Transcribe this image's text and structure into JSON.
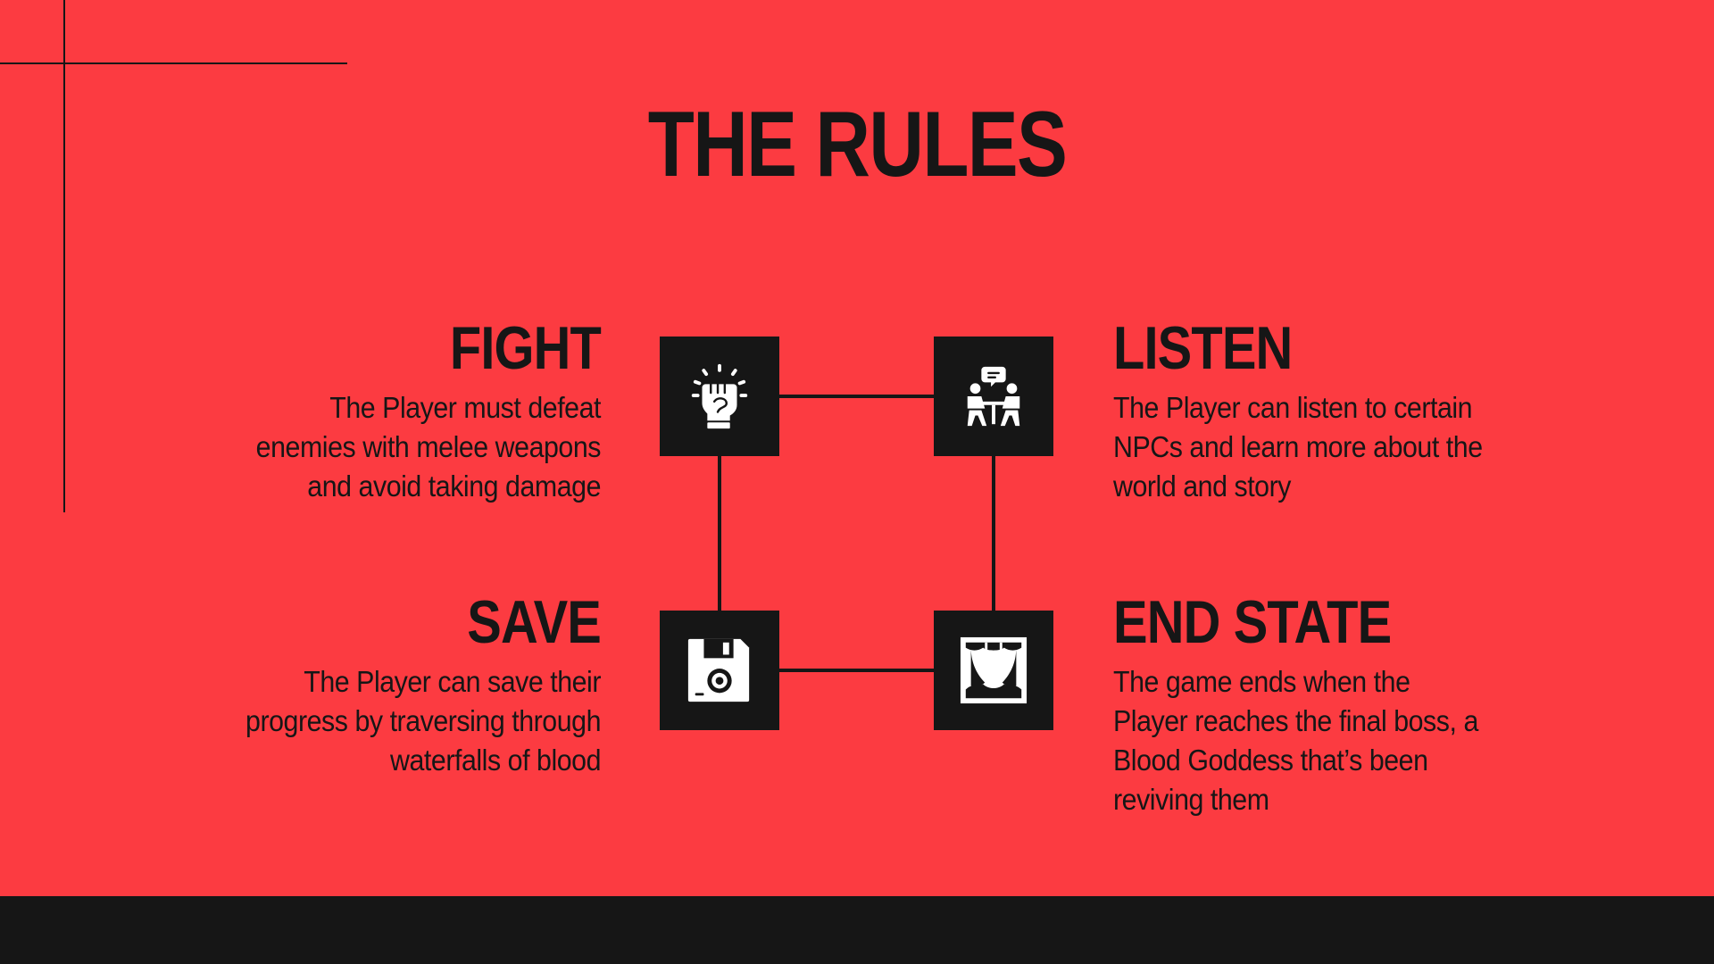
{
  "title": "THE RULES",
  "colors": {
    "background": "#fc3b41",
    "dark": "#161616",
    "icon": "#ffffff"
  },
  "rules": [
    {
      "heading": "FIGHT",
      "text": "The Player must defeat enemies with melee weapons and avoid taking damage",
      "icon": "raised-fist-icon"
    },
    {
      "heading": "LISTEN",
      "text": "The Player can listen to certain NPCs and learn more about the world and story",
      "icon": "conversation-icon"
    },
    {
      "heading": "SAVE",
      "text": "The Player can save their progress by traversing through waterfalls of blood",
      "icon": "floppy-disk-icon"
    },
    {
      "heading": "END STATE",
      "text": "The game ends when the Player reaches the final boss, a Blood Goddess that’s been reviving them",
      "icon": "theater-curtain-icon"
    }
  ]
}
